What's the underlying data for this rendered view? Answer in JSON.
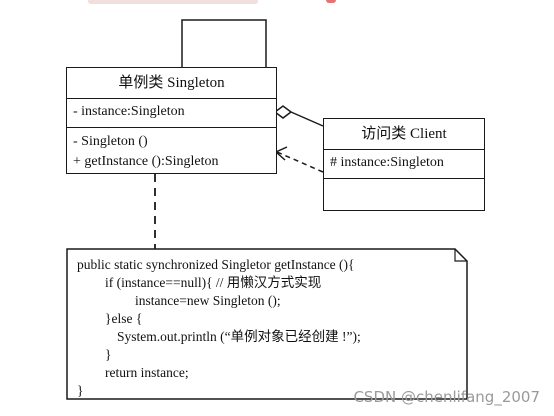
{
  "singleton_class": {
    "title": "单例类 Singleton",
    "attribute": "- instance:Singleton",
    "operations": [
      "- Singleton ()",
      "+ getInstance ():Singleton"
    ]
  },
  "client_class": {
    "title": "访问类 Client",
    "attribute": "# instance:Singleton"
  },
  "code_note": {
    "lines": [
      "public static synchronized Singletor getInstance (){",
      "if (instance==null){ // 用懒汉方式实现",
      "instance=new Singleton ();",
      "}else {",
      "System.out.println (“单例对象已经创建 !”);",
      "}",
      "return instance;",
      "}"
    ]
  },
  "watermark": "CSDN @chenlifang_2007"
}
